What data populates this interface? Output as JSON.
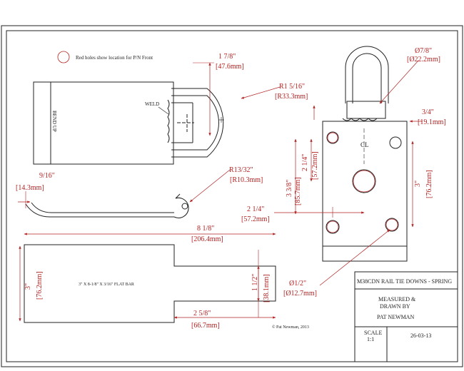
{
  "colors": {
    "line": "#222222",
    "dim": "#b22222"
  },
  "legend": {
    "note": "Red holes show location for P/N Front"
  },
  "labels": {
    "bend": "BEND UP",
    "weld": "WELD",
    "flatbar": "3\" X 8-1/8\" X 3/16\" FLAT BAR",
    "centerline": "CL",
    "copyright": "© Pat Newman, 2013"
  },
  "dims": {
    "d1_a": "1 7/8\"",
    "d1_b": "[47.6mm]",
    "r1_a": "R1 5/16\"",
    "r1_b": "[R33.3mm]",
    "t_a": "9/16\"",
    "t_b": "[14.3mm]",
    "r2_a": "R13/32\"",
    "r2_b": "[R10.3mm]",
    "len_a": "8 1/8\"",
    "len_b": "[206.4mm]",
    "h3_a": "3\"",
    "h3_b": "[76.2mm]",
    "w15_a": "1 1/2\"",
    "w15_b": "[38.1mm]",
    "w258_a": "2 5/8\"",
    "w258_b": "[66.7mm]",
    "dia78_a": "Ø7/8\"",
    "dia78_b": "[Ø22.2mm]",
    "d34_a": "3/4\"",
    "d34_b": "[19.1mm]",
    "d214v_a": "2 1/4\"",
    "d214v_b": "[57.2mm]",
    "d338_a": "3 3/8\"",
    "d338_b": "[85.7mm]",
    "d3r_a": "3\"",
    "d3r_b": "[76.2mm]",
    "d214h_a": "2 1/4\"",
    "d214h_b": "[57.2mm]",
    "dia12_a": "Ø1/2\"",
    "dia12_b": "[Ø12.7mm]"
  },
  "title_block": {
    "title": "M38CDN RAIL TIE DOWNS - SPRING",
    "measured_line1": "MEASURED &",
    "measured_line2": "DRAWN BY",
    "author": "PAT NEWMAN",
    "scale_label": "SCALE",
    "scale_value": "1:1",
    "date": "26-03-13"
  }
}
